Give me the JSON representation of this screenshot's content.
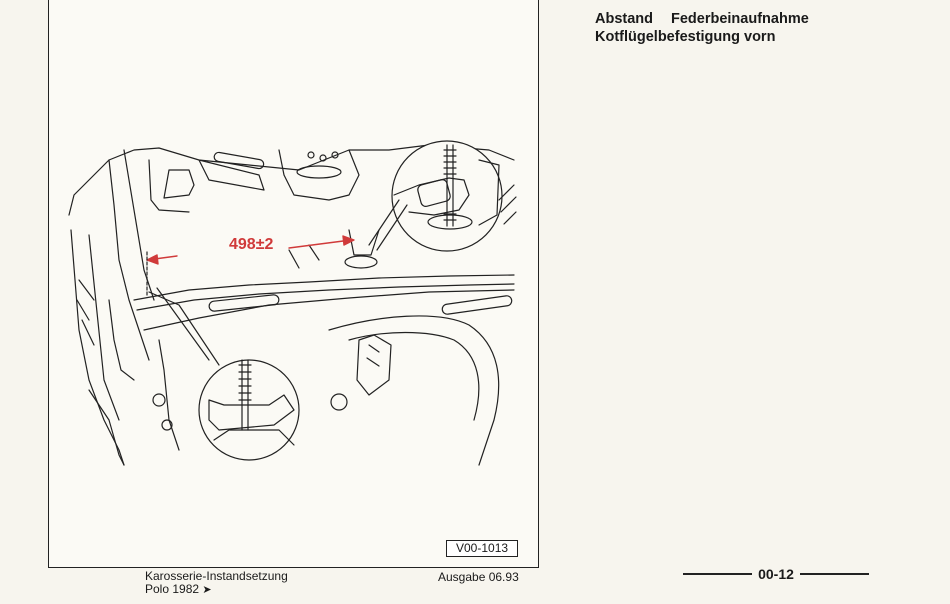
{
  "header": {
    "title_word1": "Abstand",
    "title_word2": "Federbeinaufnahme",
    "title_line2": "Kotflügelbefestigung vorn"
  },
  "figure": {
    "dimension": "498±2",
    "reference": "V00-1013"
  },
  "footer": {
    "manual": "Karosserie-Instandsetzung",
    "model": "Polo 1982",
    "model_arrow": "➤",
    "edition": "Ausgabe 06.93",
    "page": "00-12"
  },
  "colors": {
    "dimension": "#d03a3a",
    "linework": "#222222"
  }
}
